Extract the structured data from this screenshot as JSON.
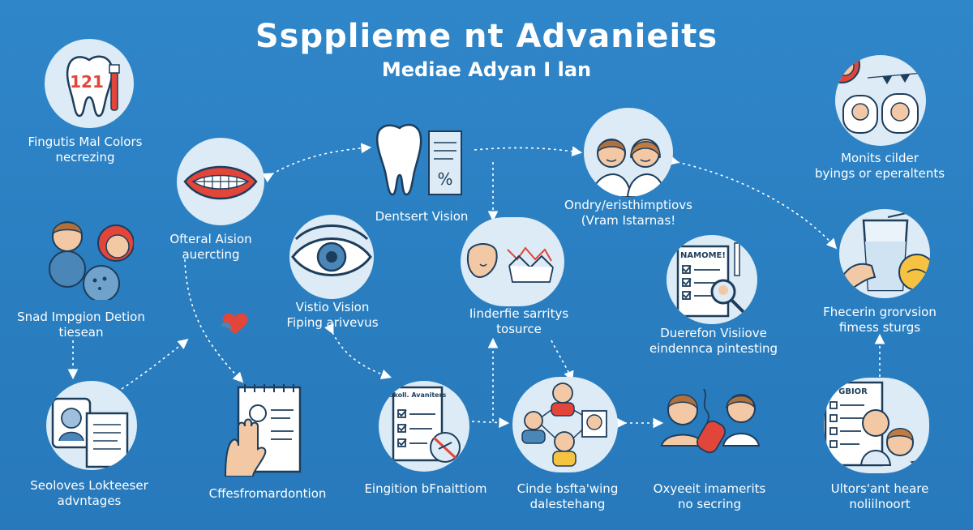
{
  "header": {
    "title": "Sspplieme nt Advanieits",
    "subtitle": "Mediae Adyan I lan"
  },
  "nodes": {
    "n1": {
      "lines": [
        "Fingutis Mal Colors",
        "necrezing"
      ],
      "icon": "tooth-icon",
      "badge": "121"
    },
    "n2": {
      "lines": [
        "Ofteral Aision",
        "auercting"
      ],
      "icon": "smile-teeth-icon"
    },
    "n3": {
      "lines": [
        "Dentsert Vision"
      ],
      "icon": "tooth-chart-icon"
    },
    "n4": {
      "lines": [
        "Ondry/eristhimptiovs",
        "(Vram Istarnas!"
      ],
      "icon": "two-people-icon"
    },
    "n5": {
      "lines": [
        "Monits cilder",
        "byings or eperaltents"
      ],
      "icon": "family-portrait-icon"
    },
    "n6": {
      "lines": [
        "Snad Impgion Detion",
        "tiesean"
      ],
      "icon": "faces-group-icon"
    },
    "n7": {
      "lines": [
        "Vistio Vision",
        "Fiping arivevus"
      ],
      "icon": "eye-icon"
    },
    "n8": {
      "lines": [
        "Iinderfie sarritys",
        "tosurce"
      ],
      "icon": "stress-face-icon"
    },
    "n9": {
      "lines": [
        "Duerefon Visiiove",
        "eindennca pintesting"
      ],
      "icon": "checklist-magnifier-icon",
      "sheet_title": "NAMOME!"
    },
    "n10": {
      "lines": [
        "Fhecerin grorvsion",
        "fimess sturgs"
      ],
      "icon": "glass-drink-icon"
    },
    "n11": {
      "lines": [
        "Seoloves Lokteeser",
        "advntages"
      ],
      "icon": "id-card-icon"
    },
    "n12": {
      "lines": [
        "Cffesfromardontion"
      ],
      "icon": "hand-document-icon"
    },
    "n13": {
      "lines": [
        "Eingition bFnaittiom"
      ],
      "icon": "skill-checklist-icon",
      "sheet_title": "Skoll. Avaniters"
    },
    "n14": {
      "lines": [
        "Cinde bsfta'wing",
        "dalestehang"
      ],
      "icon": "people-network-icon"
    },
    "n15": {
      "lines": [
        "Oxyeeit imamerits",
        "no secring"
      ],
      "icon": "patient-doctor-icon"
    },
    "n16": {
      "lines": [
        "Ultors'ant heare",
        "noliilnoort"
      ],
      "icon": "checklist-person-icon",
      "sheet_title": "GBIOR"
    }
  },
  "colors": {
    "background": "#2a7fc1",
    "circle": "#dcebf5",
    "accent_red": "#e2453a",
    "navy": "#1d3d5c"
  }
}
